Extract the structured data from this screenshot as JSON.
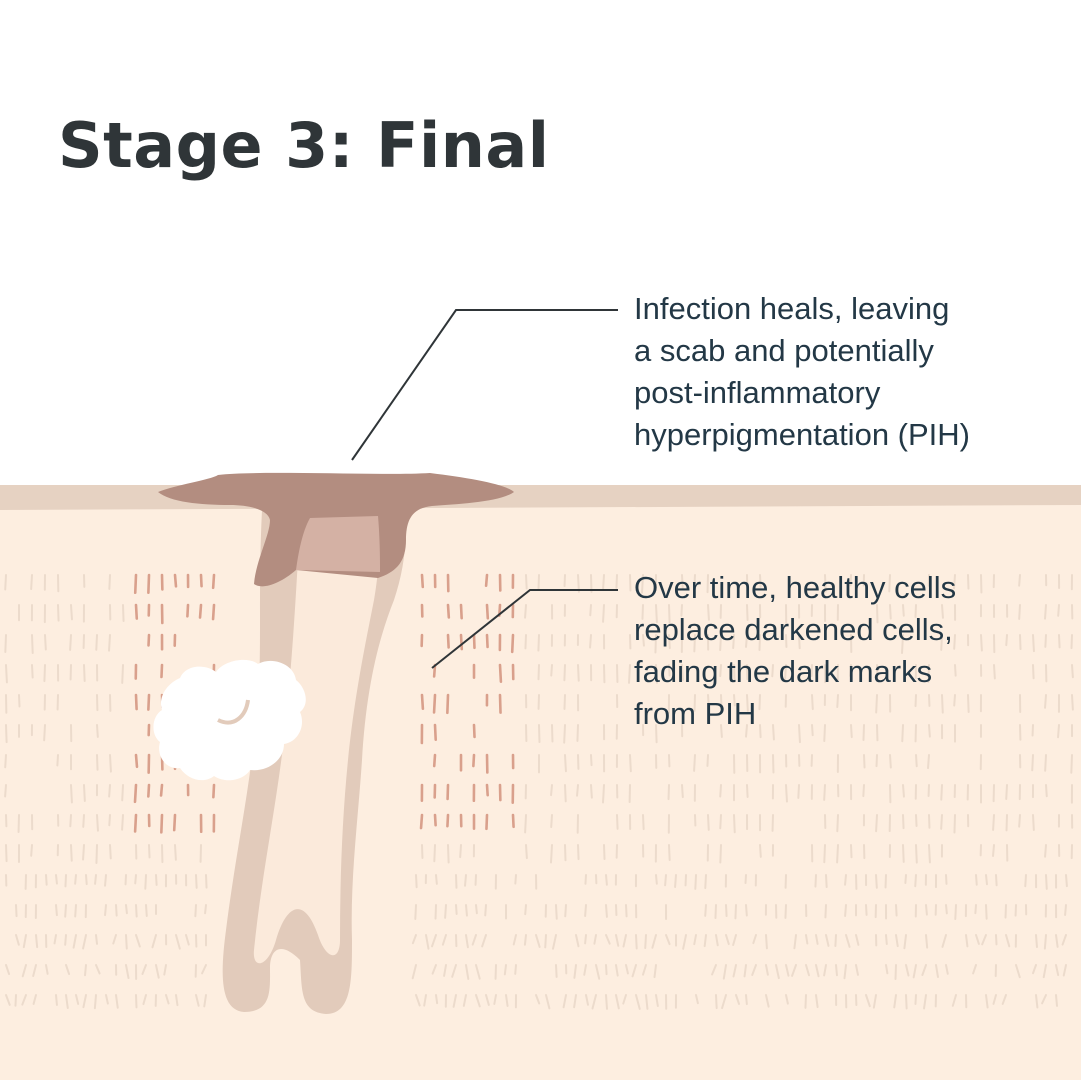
{
  "title": "Stage 3: Final",
  "callouts": [
    {
      "lines": [
        "Infection heals, leaving",
        "a scab and potentially",
        "post-inflammatory",
        "hyperpigmentation (PIH)"
      ]
    },
    {
      "lines": [
        "Over time, healthy cells",
        "replace darkened cells,",
        "fading the dark marks",
        "from PIH"
      ]
    }
  ],
  "colors": {
    "background": "#ffffff",
    "skin": "#fdeee0",
    "skin_surface_band": "#e6d2c2",
    "follicle": "#e2cbbb",
    "follicle_inner": "#fbeadb",
    "scab": "#b38d80",
    "scab_inner": "#d4b1a4",
    "pih_marks": "#d9a08c",
    "tissue_marks": "#ecdbcc",
    "sebum_plug": "#ffffff",
    "leader_lines": "#2f3538",
    "title_text": "#2f3538",
    "caption_text": "#233846"
  },
  "icons": [
    "skin-layer",
    "hair-follicle",
    "scab",
    "sebum-plug",
    "pih-marks"
  ]
}
